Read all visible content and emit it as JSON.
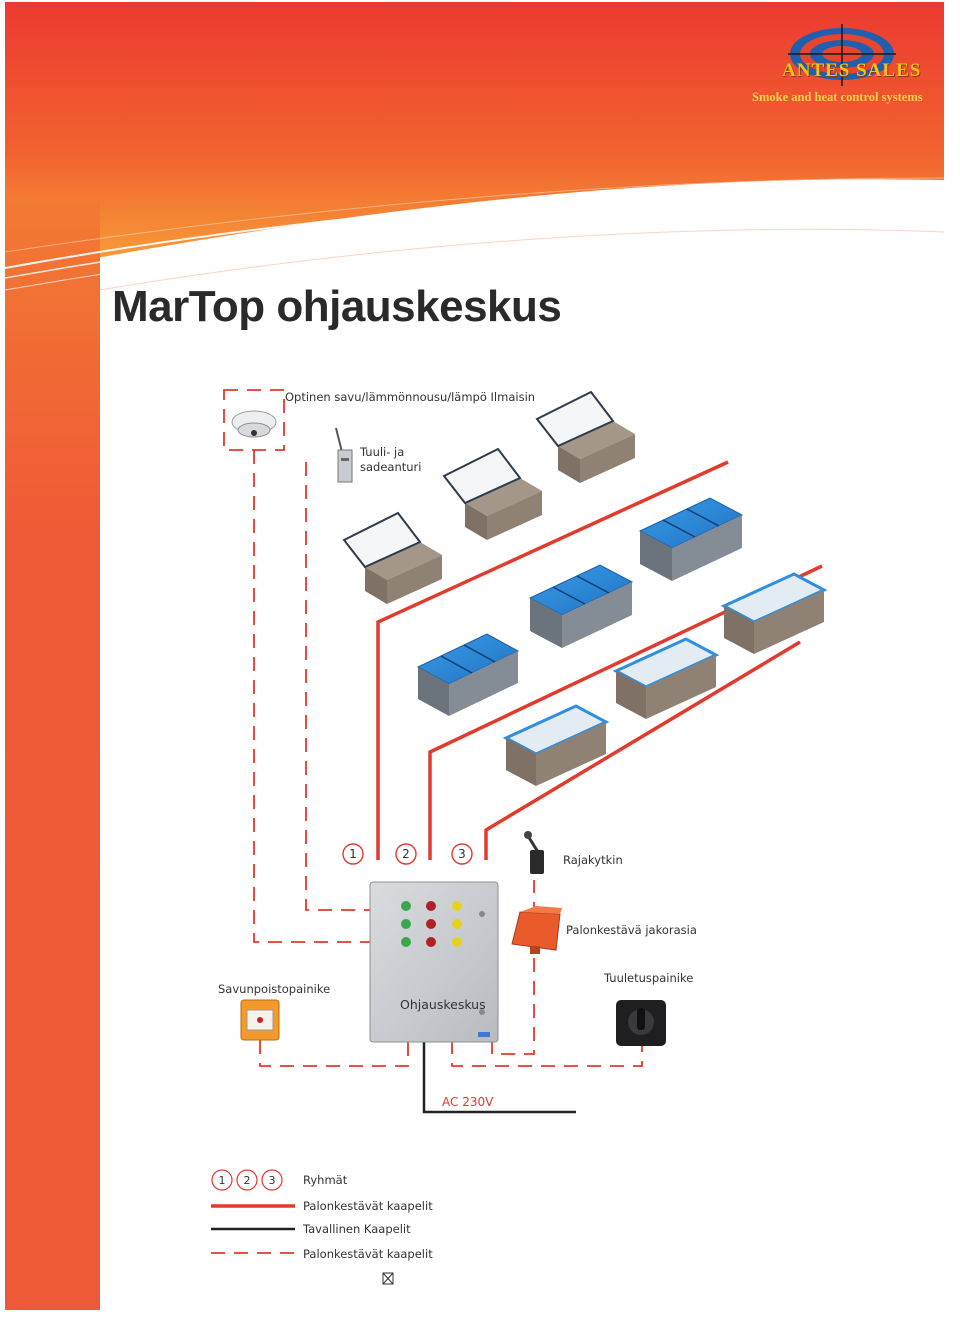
{
  "title": "MarTop ohjauskeskus",
  "logo": {
    "brand": "ANTES SALES",
    "tagline": "Smoke and heat control systems"
  },
  "labels": {
    "detector": "Optinen savu/lämmönnousu/lämpö Ilmaisin",
    "wind_rain_line1": "Tuuli- ja",
    "wind_rain_line2": "sadeanturi",
    "limit_switch": "Rajakytkin",
    "junction_box": "Palonkestävä jakorasia",
    "smoke_button": "Savunpoistopainike",
    "control_center": "Ohjauskeskus",
    "vent_button": "Tuuletuspainike",
    "power": "AC 230V"
  },
  "groups": [
    "1",
    "2",
    "3"
  ],
  "legend": {
    "groups": [
      "1",
      "2",
      "3"
    ],
    "groups_label": "Ryhmät",
    "red_solid": "Palonkestävät kaapelit",
    "black_solid": "Tavallinen Kaapelit",
    "red_dashed": "Palonkestävät kaapelit"
  },
  "colors": {
    "fire_cable": "#e23a2c",
    "normal_cable": "#222222",
    "side_band": "#ef5a36",
    "header_top": "#ec3a30",
    "header_bottom": "#f6a13a",
    "hatch_frame": "#8b7d70",
    "glass_blue": "#2f8fde"
  },
  "icons": [
    "smoke-detector-icon",
    "wind-rain-sensor-icon",
    "limit-switch-icon",
    "junction-box-icon",
    "manual-call-point-icon",
    "vent-switch-icon",
    "close-box-icon"
  ]
}
